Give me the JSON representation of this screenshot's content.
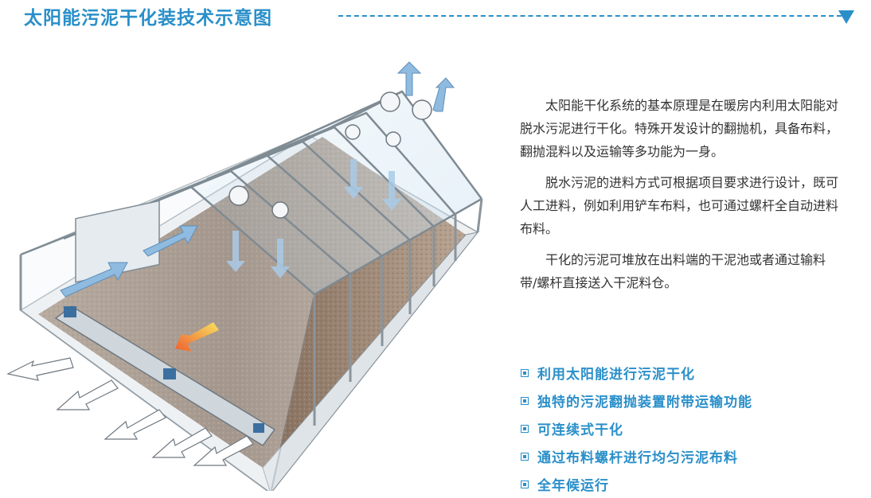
{
  "colors": {
    "accent": "#2a8fc9",
    "frame": "#6f7880",
    "glass": "#d7eaf5",
    "sludge": "#8a6f5c",
    "airflow": "#8fbbe0",
    "hot_air": "#f08040"
  },
  "header": {
    "title": "太阳能污泥干化装技术示意图",
    "decor_icon": "triangle-down-icon"
  },
  "description": {
    "paragraphs": [
      "太阳能干化系统的基本原理是在暖房内利用太阳能对脱水污泥进行干化。特殊开发设计的翻抛机，具备布料，翻抛混料以及运输等多功能为一身。",
      "脱水污泥的进料方式可根据项目要求进行设计，既可人工进料，例如利用铲车布料，也可通过螺杆全自动进料布料。",
      "干化的污泥可堆放在出料端的干泥池或者通过输料带/螺杆直接送入干泥料仓。"
    ]
  },
  "features": {
    "bullet_icon": "square-bullet-icon",
    "items": [
      "利用太阳能进行污泥干化",
      "独特的污泥翻抛装置附带运输功能",
      "可连续式干化",
      "通过布料螺杆进行均匀污泥布料",
      "全年候运行"
    ]
  }
}
